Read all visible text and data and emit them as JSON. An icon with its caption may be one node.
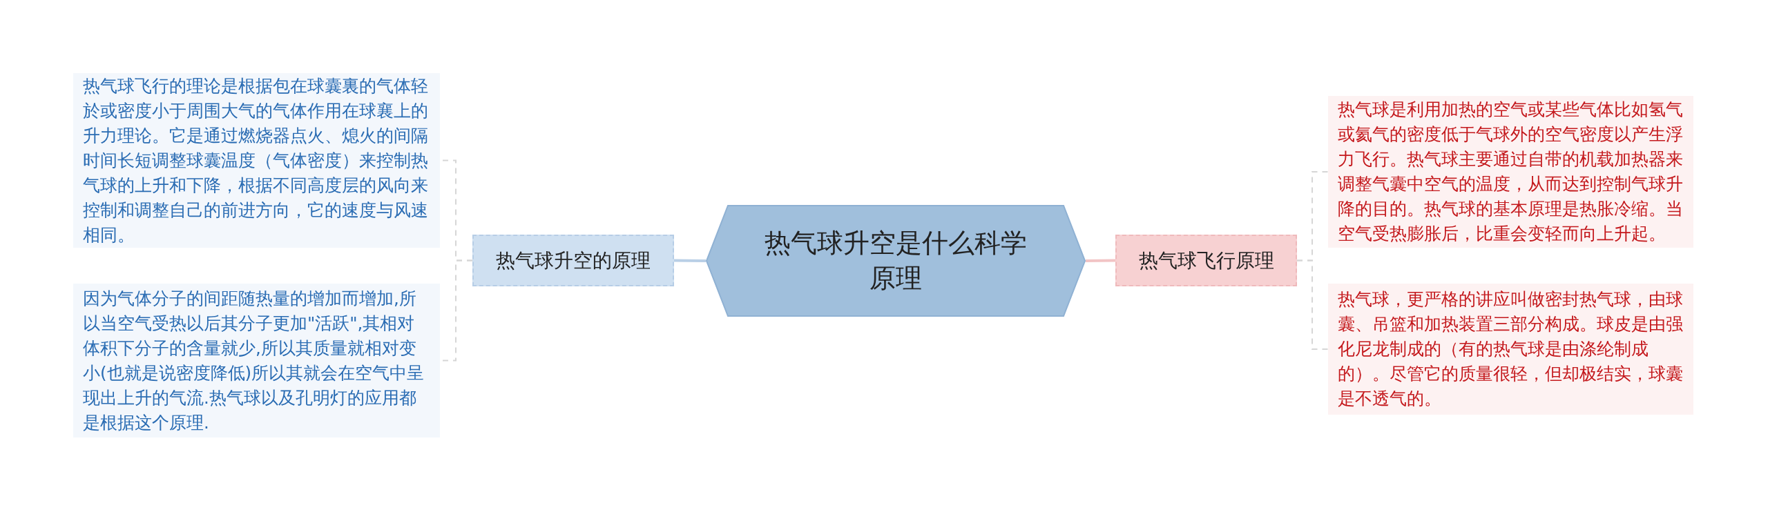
{
  "diagram": {
    "nodes": [
      {
        "text": [
          "热气球升空是什么科学原理"
        ]
      },
      {
        "text": [
          "热气球升空的原理"
        ]
      },
      {
        "text": [
          "热气球飞行的理论是根据包在球囊裏的气体轻於或密度小于周围大气的气体作用在球襄上的升力理论。它是通过燃烧器点火、熄火的间隔时间长短调整球囊温度（气体密度）来控制热气球的上升和下降，根据不同高度层的风向来控制和调整自己的前进方向，它的速度与风速相同。"
        ]
      },
      {
        "text": [
          "因为气体分子的间距随热量的增加而增加,所以当空气受热以后其分子更加\"活跃\",其相对体积下分子的含量就少,所以其质量就相对变小(也就是说密度降低)所以其就会在空气中呈现出上升的气流.热气球以及孔明灯的应用都是根据这个原理."
        ]
      },
      {
        "text": [
          "热气球飞行原理"
        ]
      },
      {
        "text": [
          "热气球是利用加热的空气或某些气体比如氢气或氦气的密度低于气球外的空气密度以产生浮力飞行。热气球主要通过自带的机载加热器来调整气囊中空气的温度，从而达到控制气球升降的目的。热气球的基本原理是热胀冷缩。当空气受热膨胀后，比重会变轻而向上升起。"
        ]
      },
      {
        "text": [
          "热气球，更严格的讲应叫做密封热气球，由球囊、吊篮和加热装置三部分构成。球皮是由强化尼龙制成的（有的热气球是由涤纶制成的）。尽管它的质量很轻，但却极结实，球囊是不透气的。"
        ]
      }
    ],
    "edges": [
      {
        "from": 0,
        "to": 1,
        "arrow": "none",
        "color": "#b9cfe6"
      },
      {
        "from": 1,
        "to": 2,
        "arrow": "none",
        "style": "dashed"
      },
      {
        "from": 1,
        "to": 3,
        "arrow": "none",
        "style": "dashed"
      },
      {
        "from": 0,
        "to": 4,
        "arrow": "none",
        "color": "#f2c4c5"
      },
      {
        "from": 4,
        "to": 5,
        "arrow": "none",
        "style": "dashed"
      },
      {
        "from": 4,
        "to": 6,
        "arrow": "none",
        "style": "dashed"
      }
    ]
  }
}
